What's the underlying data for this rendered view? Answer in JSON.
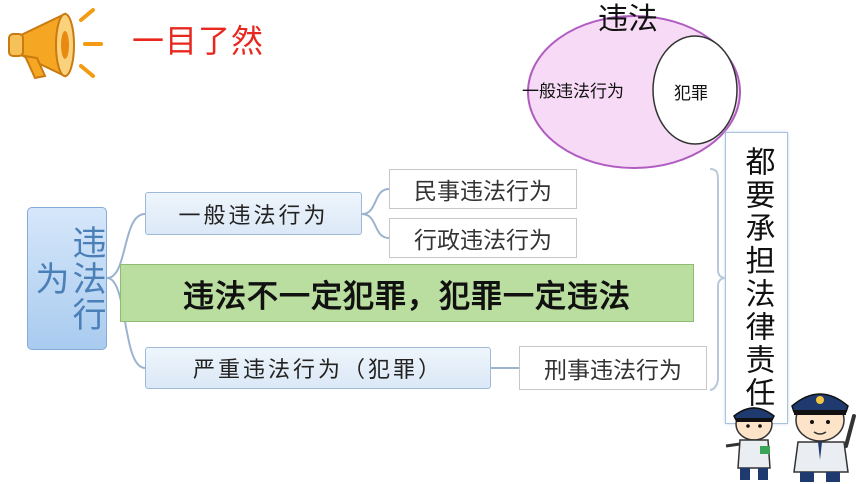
{
  "header": {
    "title": "一目了然"
  },
  "venn": {
    "title": "违法",
    "outer_label": "一般违法行为",
    "inner_label": "犯罪",
    "outer_color": "#f7dbf6",
    "outer_border": "#b05cc0"
  },
  "mindmap": {
    "root": "违法行为",
    "general": "一般违法行为",
    "serious": "严重违法行为（犯罪）",
    "general_children": [
      "民事违法行为",
      "行政违法行为"
    ],
    "serious_children": [
      "刑事违法行为"
    ]
  },
  "banner": {
    "text": "违法不一定犯罪，犯罪一定违法"
  },
  "conclusion": {
    "text": "都要承担法律责任"
  },
  "icons": [
    "megaphone-icon",
    "police-officers-illustration"
  ],
  "colors": {
    "title_red": "#e8281e",
    "banner_green": "#b9dea0",
    "node_blue": "#a9cbef"
  }
}
